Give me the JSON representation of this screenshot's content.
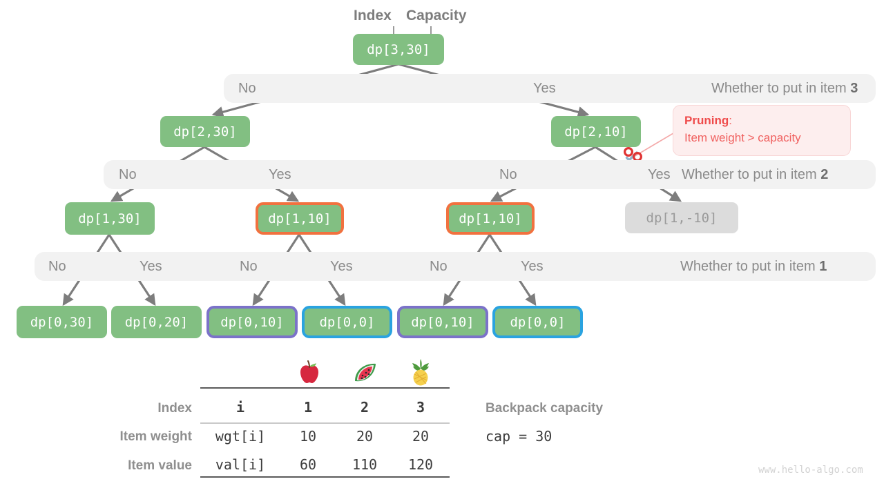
{
  "title_annotations": {
    "index_label": "Index",
    "capacity_label": "Capacity"
  },
  "tree": {
    "nodes": [
      {
        "id": "root",
        "label": "dp[3,30]",
        "style": "green"
      },
      {
        "id": "n2_30",
        "label": "dp[2,30]",
        "style": "green"
      },
      {
        "id": "n2_10",
        "label": "dp[2,10]",
        "style": "green"
      },
      {
        "id": "n1_30",
        "label": "dp[1,30]",
        "style": "green"
      },
      {
        "id": "n1_10a",
        "label": "dp[1,10]",
        "style": "orange"
      },
      {
        "id": "n1_10b",
        "label": "dp[1,10]",
        "style": "orange"
      },
      {
        "id": "n1_m10",
        "label": "dp[1,-10]",
        "style": "grey"
      },
      {
        "id": "l0_30",
        "label": "dp[0,30]",
        "style": "green"
      },
      {
        "id": "l0_20",
        "label": "dp[0,20]",
        "style": "green"
      },
      {
        "id": "l0_10a",
        "label": "dp[0,10]",
        "style": "purple"
      },
      {
        "id": "l0_0a",
        "label": "dp[0,0]",
        "style": "blue"
      },
      {
        "id": "l0_10b",
        "label": "dp[0,10]",
        "style": "purple"
      },
      {
        "id": "l0_0b",
        "label": "dp[0,0]",
        "style": "blue"
      }
    ],
    "levels": [
      {
        "question": "Whether to put in item 3",
        "item": "3",
        "choices": [
          "No",
          "Yes"
        ]
      },
      {
        "question": "Whether to put in item 2",
        "item": "2",
        "choices": [
          "No",
          "Yes",
          "No",
          "Yes"
        ]
      },
      {
        "question": "Whether to put in item 1",
        "item": "1",
        "choices": [
          "No",
          "Yes",
          "No",
          "Yes",
          "No",
          "Yes"
        ]
      }
    ]
  },
  "pruning_callout": {
    "title": "Pruning",
    "colon": ":",
    "reason": "Item weight > capacity",
    "icon": "scissors-icon",
    "color": "#f0605f"
  },
  "items_table": {
    "icons": [
      "apple-icon",
      "watermelon-icon",
      "pineapple-icon"
    ],
    "row_labels": [
      "Index",
      "Item weight",
      "Item value"
    ],
    "key_column": [
      "i",
      "wgt[i]",
      "val[i]"
    ],
    "columns": [
      "1",
      "2",
      "3"
    ],
    "rows": [
      {
        "key": "i",
        "values": [
          "1",
          "2",
          "3"
        ]
      },
      {
        "key": "wgt[i]",
        "values": [
          "10",
          "20",
          "20"
        ]
      },
      {
        "key": "val[i]",
        "values": [
          "60",
          "110",
          "120"
        ]
      }
    ]
  },
  "capacity_note": {
    "title": "Backpack capacity",
    "value": "cap = 30"
  },
  "watermark": "www.hello-algo.com",
  "colors": {
    "node_green": "#82bf82",
    "node_grey": "#dcdcdc",
    "border_orange": "#f1713f",
    "border_purple": "#7b72c9",
    "border_blue": "#2aa3e0",
    "band": "#f2f2f2",
    "arrow": "#7d7d7d",
    "pruning_red": "#f0605f"
  }
}
